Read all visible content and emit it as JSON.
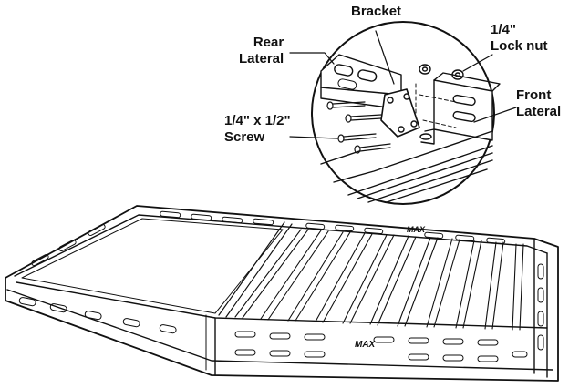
{
  "labels": {
    "bracket": "Bracket",
    "lock_nut": [
      "1/4\"",
      "Lock nut"
    ],
    "rear_lateral": [
      "Rear",
      "Lateral"
    ],
    "front_lateral": [
      "Front",
      "Lateral"
    ],
    "screw": [
      "1/4\" x 1/2\"",
      "Screw"
    ]
  },
  "logo_marks": [
    "MAX",
    "MAX"
  ],
  "colors": {
    "ink": "#111111",
    "paper": "#ffffff",
    "shade": "#d9d9d9"
  }
}
